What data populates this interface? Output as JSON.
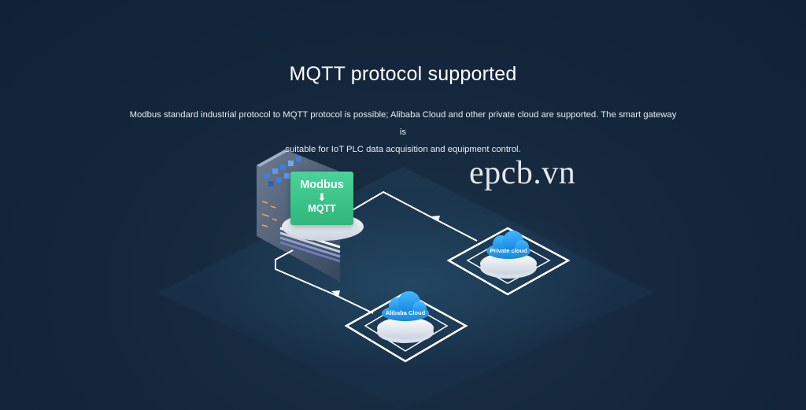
{
  "header": {
    "title": "MQTT protocol supported",
    "description_line1": "Modbus standard industrial protocol to MQTT protocol is possible; Alibaba Cloud and other private cloud are supported. The smart gateway is",
    "description_line2": "suitable for IoT PLC data acquisition and equipment control."
  },
  "watermark": "epcb.vn",
  "diagram": {
    "converter": {
      "top": "Modbus",
      "arrow": "⬇",
      "bottom": "MQTT"
    },
    "clouds": [
      {
        "label": "Private cloud"
      },
      {
        "label": "Alibaba Cloud"
      }
    ]
  },
  "colors": {
    "background": "#14263b",
    "converter_green": "#3cc487",
    "cloud_blue": "#1e9ff2",
    "line_white": "#ffffff"
  }
}
